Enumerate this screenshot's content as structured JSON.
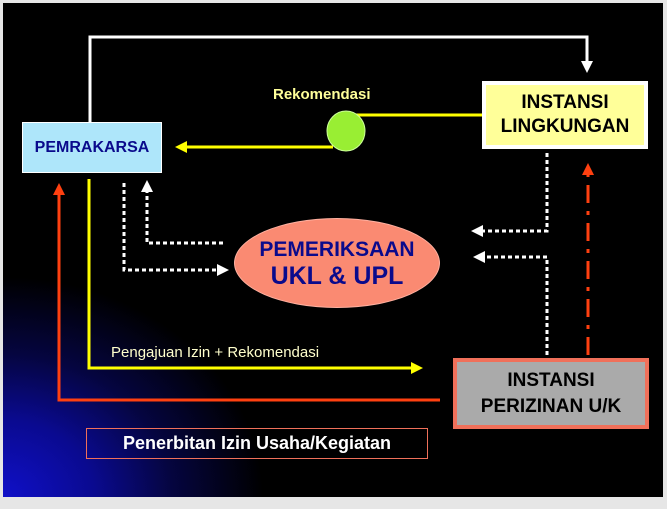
{
  "nodes": {
    "pemrakarsa": "PEMRAKARSA",
    "instansi_lingkungan": [
      "INSTANSI",
      "LINGKUNGAN"
    ],
    "pemeriksaan": [
      "PEMERIKSAAN",
      "UKL & UPL"
    ],
    "instansi_perizinan": [
      "INSTANSI",
      "PERIZINAN U/K"
    ]
  },
  "labels": {
    "rekomendasi": "Rekomendasi",
    "pengajuan": "Pengajuan Izin + Rekomendasi",
    "penerbitan": "Penerbitan Izin Usaha/Kegiatan"
  },
  "colors": {
    "yellow_flow": "#ffff00",
    "red_flow": "#ff4010",
    "white_flow": "#ffffff",
    "recommendation_node": "#99ee33"
  }
}
